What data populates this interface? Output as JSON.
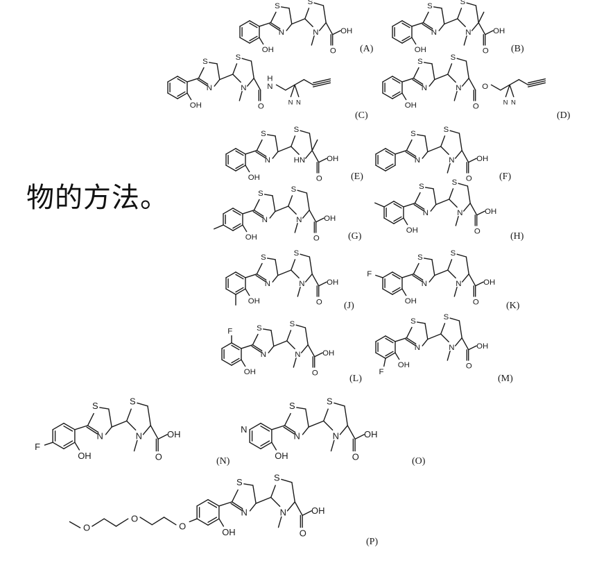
{
  "heading": "物的方法。",
  "atoms": {
    "S": "S",
    "N": "N",
    "O": "O",
    "F": "F",
    "HN": "HN",
    "OH": "OH",
    "COOH": "OH"
  },
  "compounds": [
    {
      "label": "(A)"
    },
    {
      "label": "(B)"
    },
    {
      "label": "(C)"
    },
    {
      "label": "(D)"
    },
    {
      "label": "(E)"
    },
    {
      "label": "(F)"
    },
    {
      "label": "(G)"
    },
    {
      "label": "(H)"
    },
    {
      "label": "(J)"
    },
    {
      "label": "(K)"
    },
    {
      "label": "(L)"
    },
    {
      "label": "(M)"
    },
    {
      "label": "(N)"
    },
    {
      "label": "(O)"
    },
    {
      "label": "(P)"
    }
  ]
}
